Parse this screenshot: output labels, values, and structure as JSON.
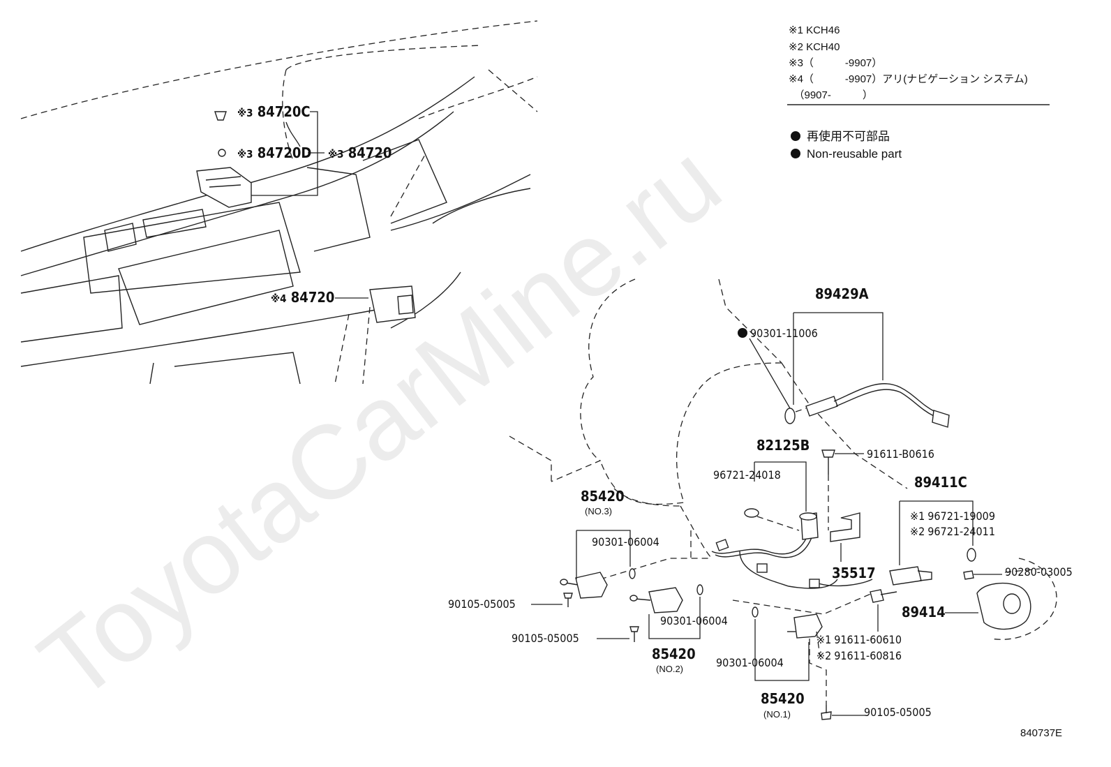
{
  "watermark": "ToyotaCarMine.ru",
  "diagram_id": "840737E",
  "legend": {
    "notes": [
      "※1 KCH46",
      "※2 KCH40",
      "※3（　　　-9907）",
      "※4（　　　-9907）アリ(ナビゲーション システム)",
      "　（9907-　　　）"
    ],
    "nonreusable_jp": "再使用不可部品",
    "nonreusable_en": "Non-reusable part"
  },
  "parts": {
    "p84720C": {
      "mark": "※3",
      "code": "84720C"
    },
    "p84720D": {
      "mark": "※3",
      "code": "84720D"
    },
    "p84720a": {
      "mark": "※3",
      "code": "84720"
    },
    "p84720b": {
      "mark": "※4",
      "code": "84720"
    },
    "p89429A": {
      "code": "89429A"
    },
    "p90301_11006": {
      "code": "90301-11006"
    },
    "p82125B": {
      "code": "82125B"
    },
    "p96721_24018": {
      "code": "96721-24018"
    },
    "p91611_B0616": {
      "code": "91611-B0616"
    },
    "p89411C": {
      "code": "89411C"
    },
    "p96721_19009": {
      "mark": "※1",
      "code": "96721-19009"
    },
    "p96721_24011": {
      "mark": "※2",
      "code": "96721-24011"
    },
    "p35517": {
      "code": "35517"
    },
    "p90280_03005": {
      "code": "90280-03005"
    },
    "p89414": {
      "code": "89414"
    },
    "p85420_3": {
      "code": "85420",
      "note": "(NO.3)"
    },
    "p90301_06004_a": {
      "code": "90301-06004"
    },
    "p90105_05005_a": {
      "code": "90105-05005"
    },
    "p90105_05005_b": {
      "code": "90105-05005"
    },
    "p90301_06004_b": {
      "code": "90301-06004"
    },
    "p85420_2": {
      "code": "85420",
      "note": "(NO.2)"
    },
    "p91611_60610": {
      "mark": "※1",
      "code": "91611-60610"
    },
    "p91611_60816": {
      "mark": "※2",
      "code": "91611-60816"
    },
    "p90301_06004_c": {
      "code": "90301-06004"
    },
    "p85420_1": {
      "code": "85420",
      "note": "(NO.1)"
    },
    "p90105_05005_c": {
      "code": "90105-05005"
    }
  }
}
